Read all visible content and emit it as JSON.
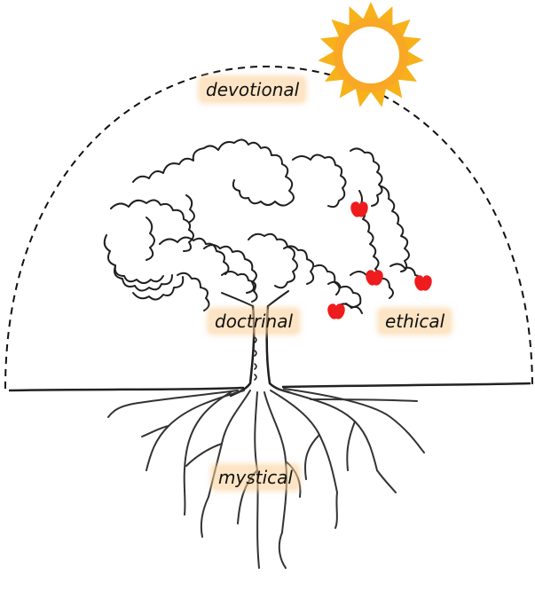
{
  "diagram": {
    "title": "",
    "labels": {
      "devotional": "devotional",
      "doctrinal": "doctrinal",
      "ethical": "ethical",
      "mystical": "mystical"
    },
    "elements": {
      "sun": {
        "icon": "sun-icon",
        "color": "#f7b21a",
        "center_color": "#ffffff"
      },
      "sky_dome": {
        "style": "dashed",
        "color": "#111111"
      },
      "ground_line": {
        "color": "#222222"
      },
      "tree": {
        "icon": "tree-icon",
        "color": "#222222"
      },
      "roots": {
        "icon": "roots-icon",
        "color": "#333333"
      },
      "fruits": {
        "icon": "apple-icon",
        "count": 4,
        "color": "#ee1c1c"
      }
    },
    "label_highlight_color": "#facd96"
  }
}
